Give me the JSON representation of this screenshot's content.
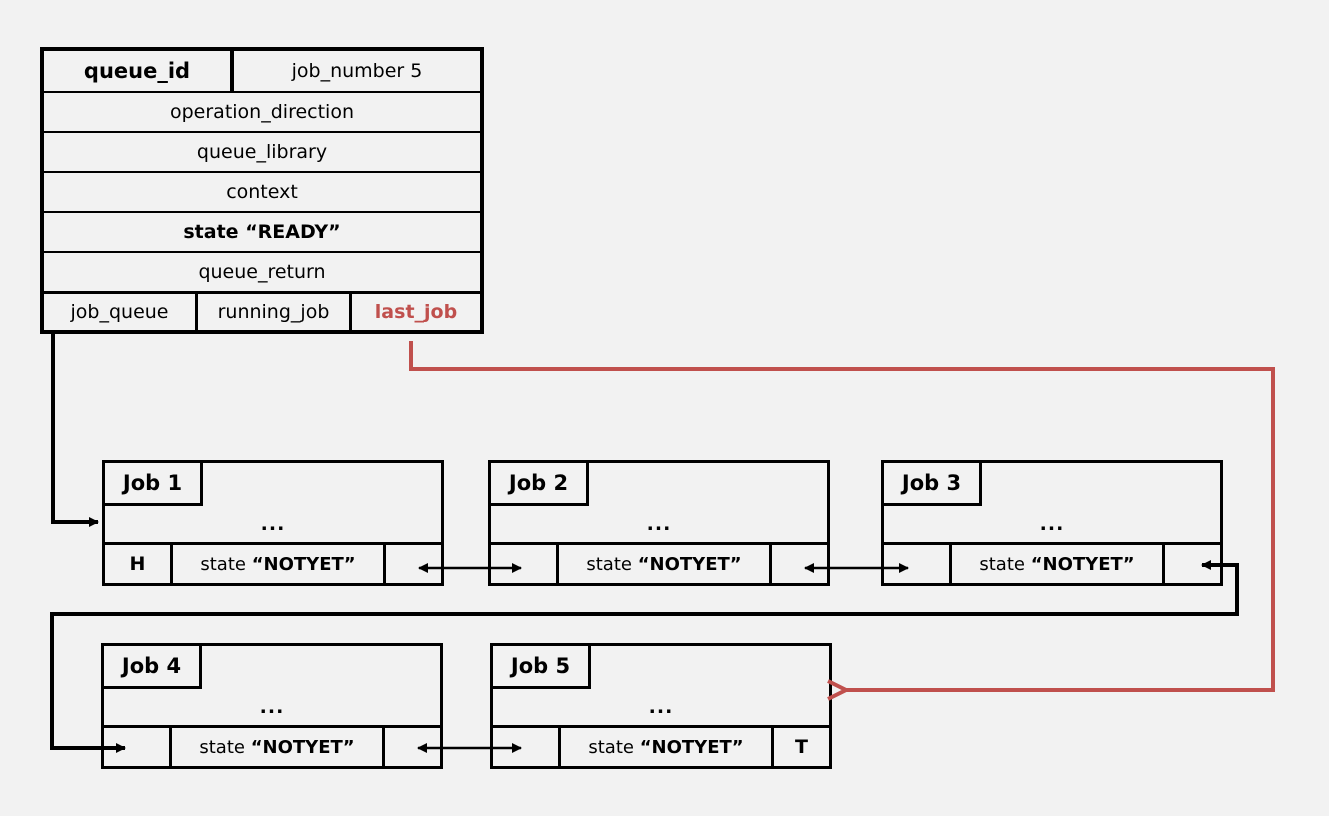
{
  "queue": {
    "queue_id": "queue_id",
    "job_number": "job_number 5",
    "operation_direction": "operation_direction",
    "queue_library": "queue_library",
    "context": "context",
    "state_label": "state",
    "state_value": "“READY”",
    "queue_return": "queue_return",
    "job_queue": "job_queue",
    "running_job": "running_job",
    "last_job": "last_job"
  },
  "state_word": "state",
  "jobs": [
    {
      "title": "Job 1",
      "dots": "...",
      "left": "H",
      "state": "“NOTYET”",
      "right": ""
    },
    {
      "title": "Job 2",
      "dots": "...",
      "left": "",
      "state": "“NOTYET”",
      "right": ""
    },
    {
      "title": "Job 3",
      "dots": "...",
      "left": "",
      "state": "“NOTYET”",
      "right": ""
    },
    {
      "title": "Job 4",
      "dots": "...",
      "left": "",
      "state": "“NOTYET”",
      "right": ""
    },
    {
      "title": "Job 5",
      "dots": "...",
      "left": "",
      "state": "“NOTYET”",
      "right": "T"
    }
  ],
  "colors": {
    "background": "#f2f2f2",
    "line": "#000000",
    "last_job_accent": "#c0504d"
  }
}
